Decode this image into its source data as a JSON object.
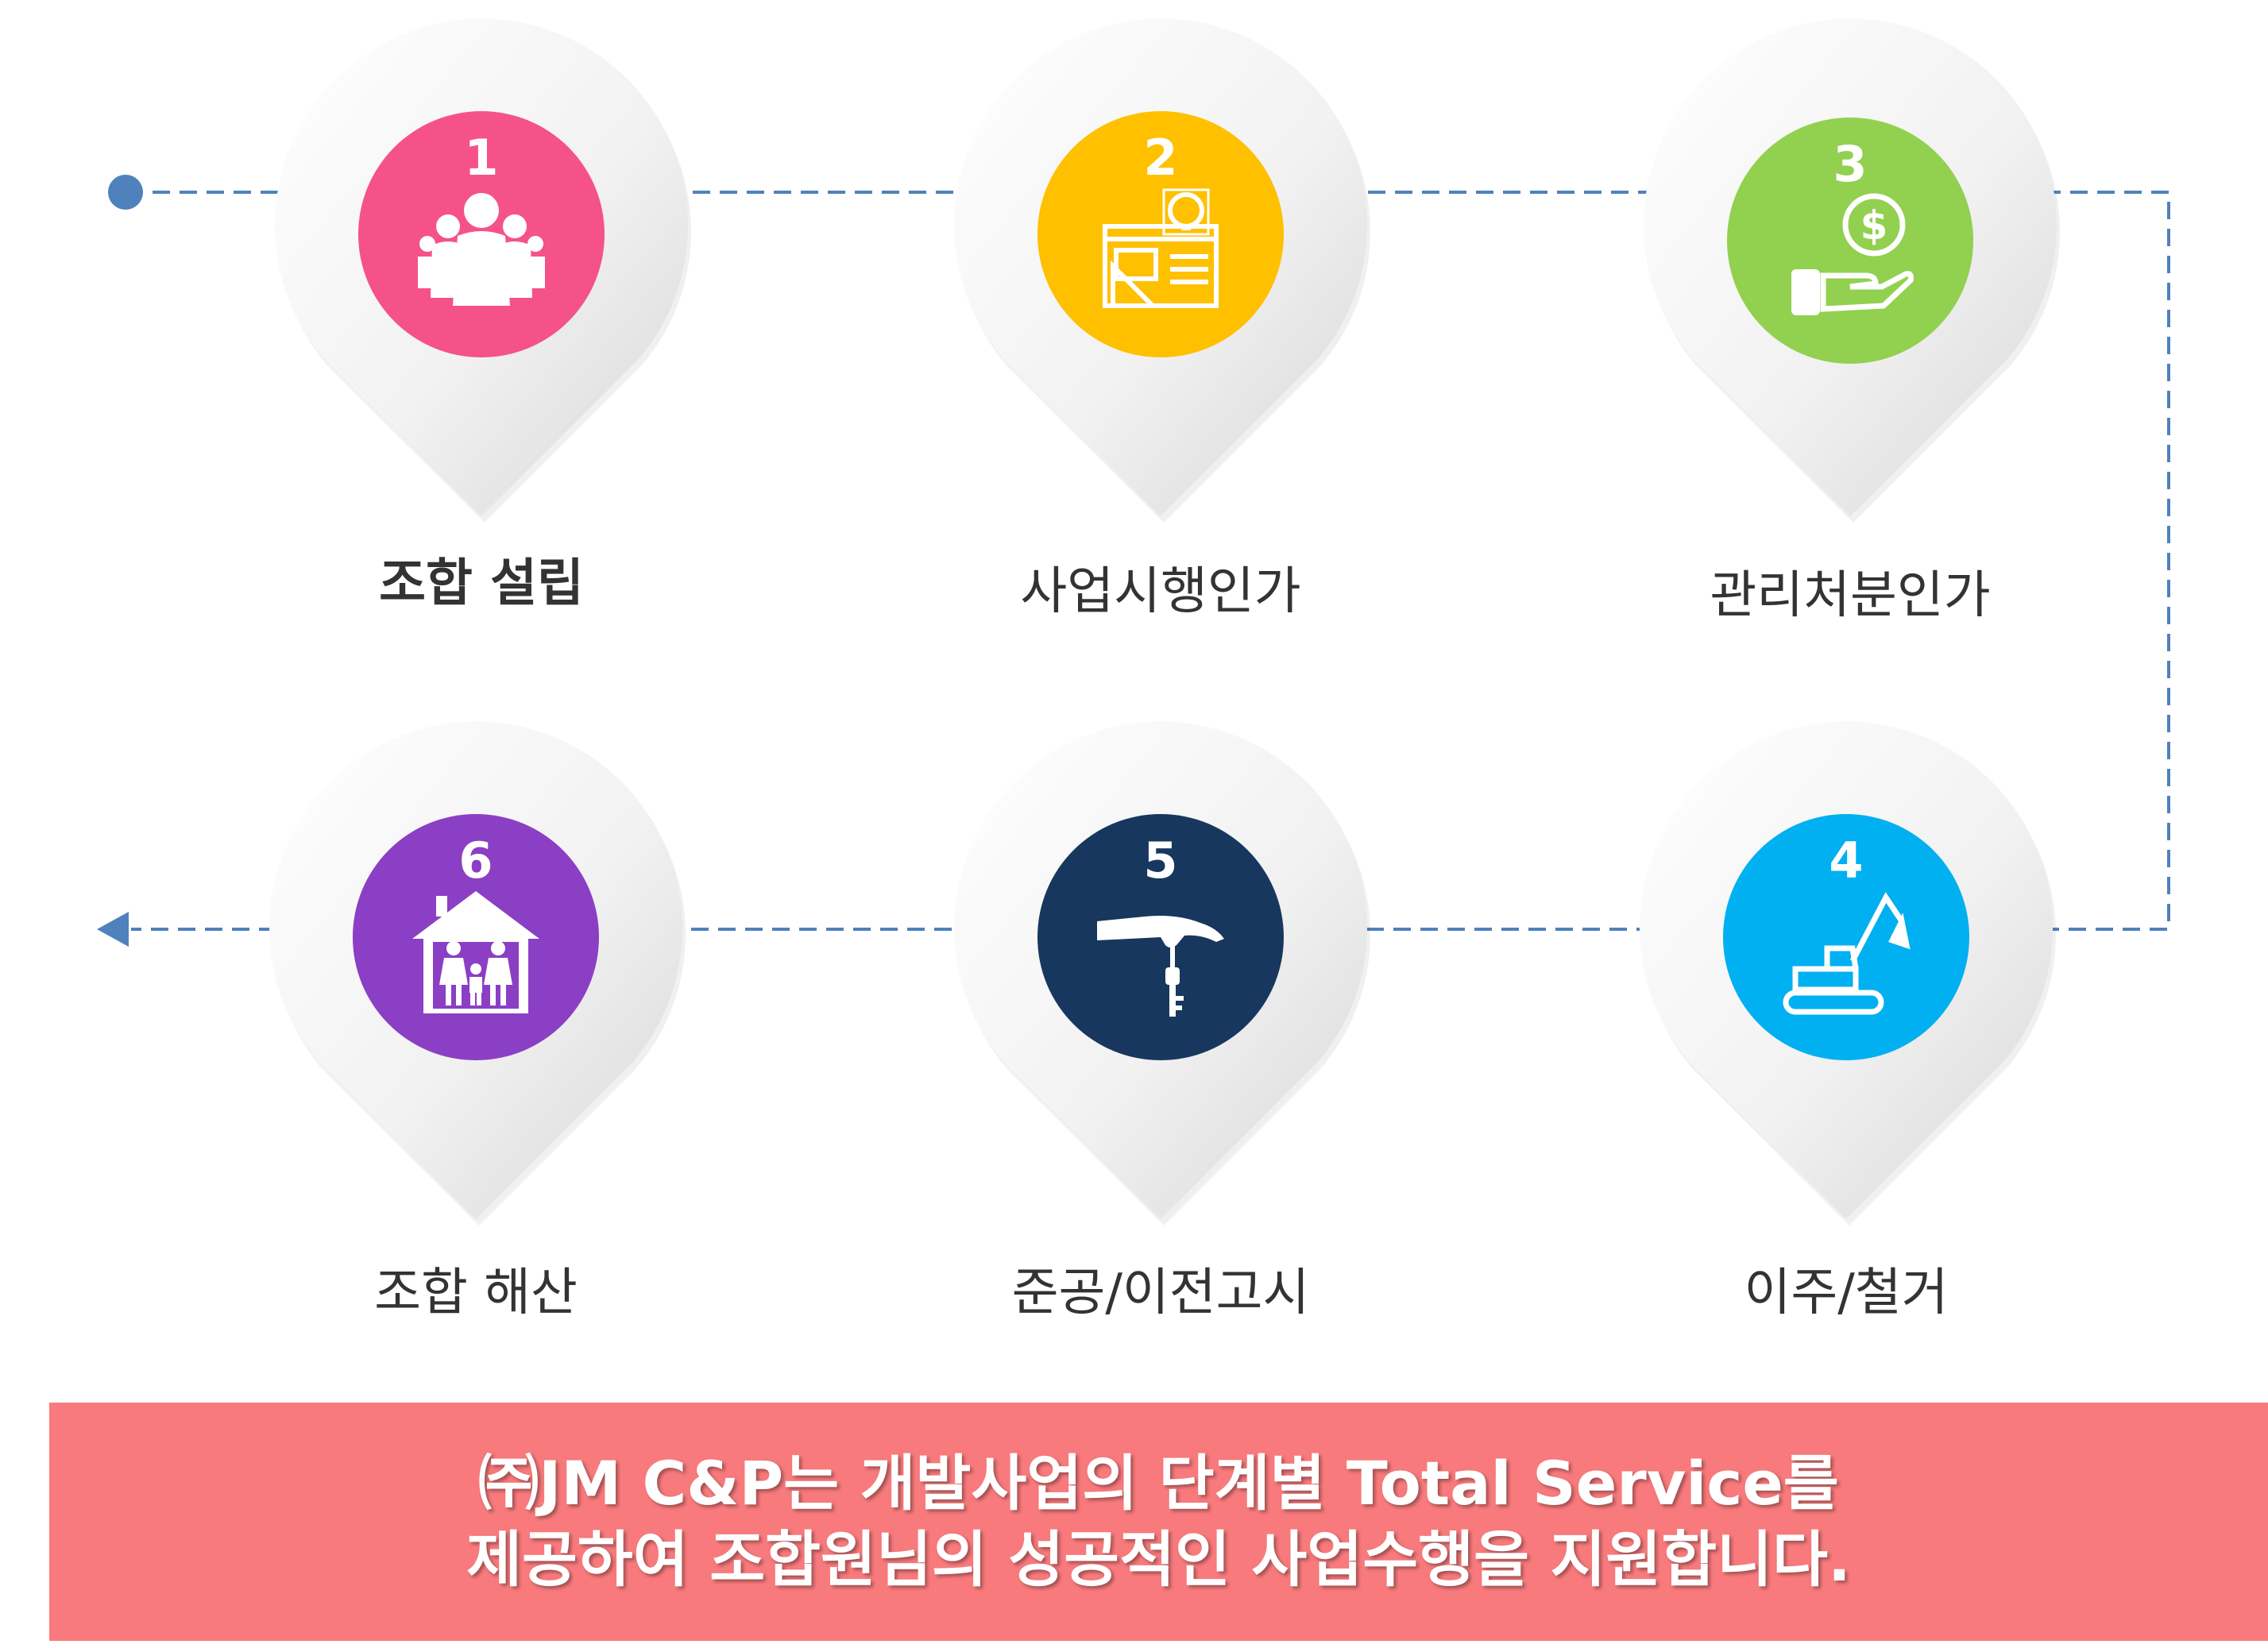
{
  "colors": {
    "line": "#4f81bd",
    "banner_bg": "#f87a7c",
    "label_text": "#333333"
  },
  "steps": [
    {
      "number": "1",
      "label": "조합 설립",
      "color": "#f55289",
      "icon": "people-group-icon",
      "bold": true
    },
    {
      "number": "2",
      "label": "사업시행인가",
      "color": "#ffc000",
      "icon": "blueprint-lightbulb-icon",
      "bold": false
    },
    {
      "number": "3",
      "label": "관리처분인가",
      "color": "#92d050",
      "icon": "hand-coin-dollar-icon",
      "bold": false
    },
    {
      "number": "4",
      "label": "이주/철거",
      "color": "#00b0f0",
      "icon": "excavator-icon",
      "bold": false
    },
    {
      "number": "5",
      "label": "준공/이전고시",
      "color": "#17375e",
      "icon": "hand-key-icon",
      "bold": false
    },
    {
      "number": "6",
      "label": "조합 해산",
      "color": "#8b3fc4",
      "icon": "family-house-icon",
      "bold": false
    }
  ],
  "banner": {
    "line1": "㈜JM C&P는 개발사업의 단계별 Total Service를",
    "line2": "제공하여 조합원님의 성공적인 사업수행을 지원합니다."
  }
}
